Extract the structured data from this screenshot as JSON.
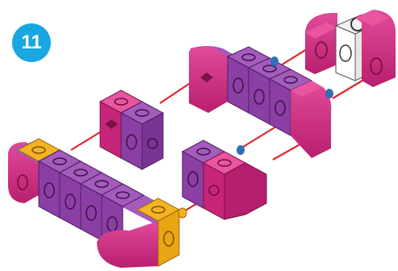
{
  "step": {
    "number": "11"
  },
  "colors": {
    "magenta": "#d82b86",
    "purple": "#8b3fa5",
    "yellow": "#f4b323",
    "white": "#ffffff",
    "connector_line": "#e2242c",
    "axle": "#2f6fb3",
    "badge": "#1aa7e0"
  },
  "parts": [
    {
      "name": "top-right-assembly",
      "blocks": [
        "magenta-curved",
        "white-hub",
        "magenta-curved"
      ]
    },
    {
      "name": "upper-long-row",
      "blocks": [
        "magenta-curved",
        "purple",
        "purple",
        "purple",
        "magenta-curved"
      ]
    },
    {
      "name": "middle-pair",
      "blocks": [
        "magenta",
        "purple"
      ]
    },
    {
      "name": "lower-pair",
      "blocks": [
        "purple",
        "magenta"
      ]
    },
    {
      "name": "bottom-long-row",
      "blocks": [
        "magenta-curved",
        "yellow",
        "purple",
        "purple",
        "purple",
        "yellow",
        "magenta-curved"
      ]
    }
  ]
}
